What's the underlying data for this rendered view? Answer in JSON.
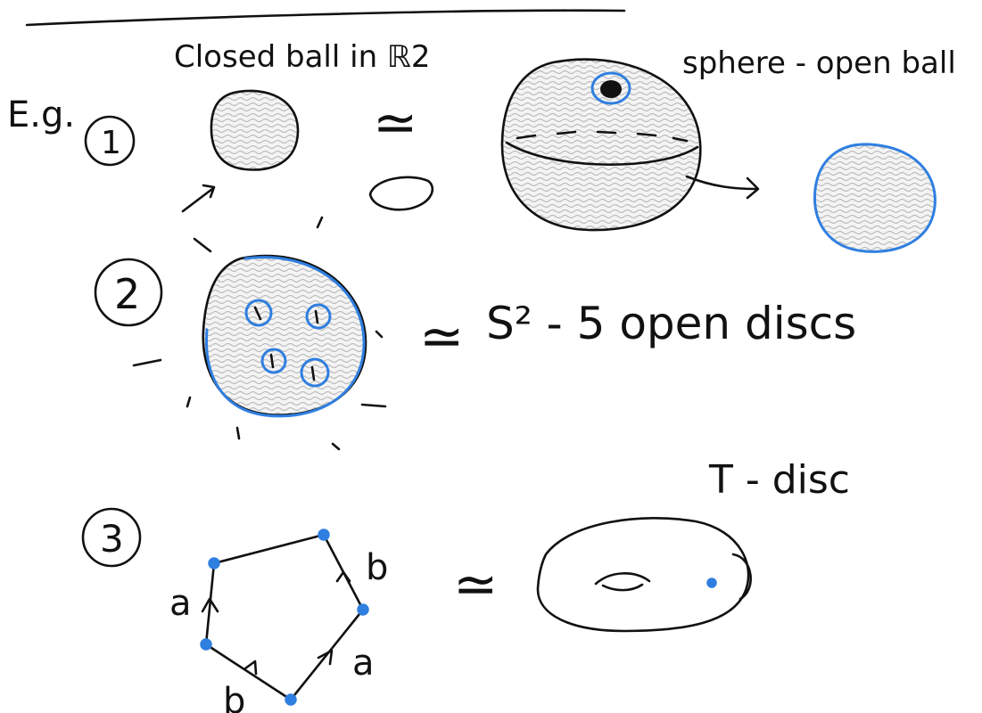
{
  "notes": {
    "eg_label": "E.g.",
    "ex1": {
      "number": "1",
      "caption_left": "Closed ball in ℝ2",
      "caption_right": "sphere - open ball",
      "relation": "≃"
    },
    "ex2": {
      "number": "2",
      "relation": "≃",
      "result": "S² - 5 open discs"
    },
    "ex3": {
      "number": "3",
      "relation": "≃",
      "result": "T - disc",
      "edge_labels": [
        "a",
        "b",
        "a",
        "b"
      ]
    }
  },
  "colors": {
    "ink": "#111111",
    "highlight": "#2f7fe0",
    "shading": "#c8c8c8"
  }
}
